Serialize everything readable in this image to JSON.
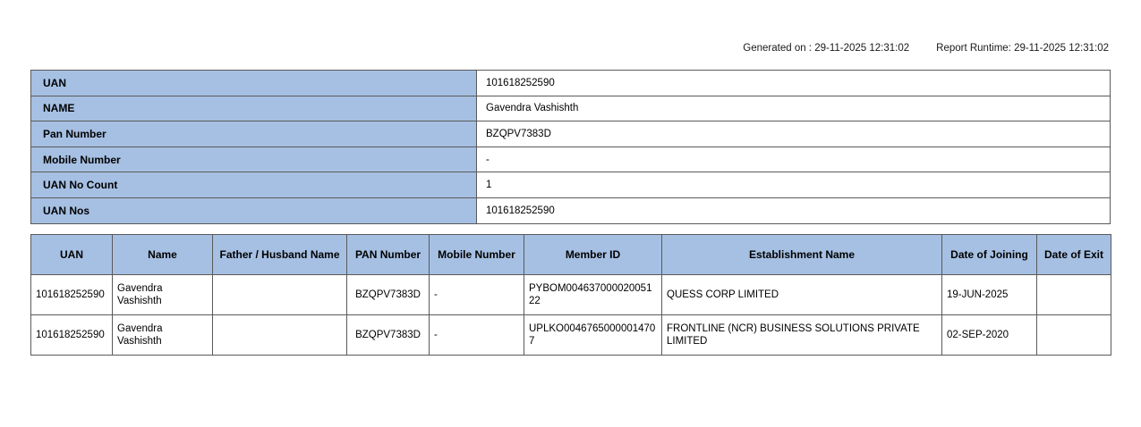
{
  "report": {
    "generated_on": "Generated on : 29-11-2025 12:31:02",
    "report_runtime": "Report Runtime: 29-11-2025 12:31:02"
  },
  "colors": {
    "header_fill": "#a6c0e3",
    "border": "#5a5a5a",
    "page_background": "#ffffff",
    "text": "#000000"
  },
  "info_table": {
    "rows": [
      {
        "key": "UAN",
        "value": "101618252590"
      },
      {
        "key": "NAME",
        "value": "Gavendra Vashishth"
      },
      {
        "key": "Pan Number",
        "value": "BZQPV7383D"
      },
      {
        "key": "Mobile Number",
        "value": "-"
      },
      {
        "key": "UAN No Count",
        "value": "1"
      },
      {
        "key": "UAN Nos",
        "value": "101618252590"
      }
    ]
  },
  "detail_table": {
    "headers": [
      "UAN",
      "Name",
      "Father / Husband Name",
      "PAN Number",
      "Mobile Number",
      "Member ID",
      "Establishment Name",
      "Date of Joining",
      "Date of Exit"
    ],
    "rows": [
      {
        "uan": "101618252590",
        "name": "Gavendra Vashishth",
        "father_husband_name": "",
        "pan_number": "BZQPV7383D",
        "mobile_number": "-",
        "member_id": "PYBOM00463700002005122",
        "establishment_name": "QUESS CORP LIMITED",
        "date_of_joining": "19-JUN-2025",
        "date_of_exit": ""
      },
      {
        "uan": "101618252590",
        "name": "Gavendra Vashishth",
        "father_husband_name": "",
        "pan_number": "BZQPV7383D",
        "mobile_number": "-",
        "member_id": "UPLKO00467650000014707",
        "establishment_name": "FRONTLINE (NCR) BUSINESS SOLUTIONS PRIVATE LIMITED",
        "date_of_joining": "02-SEP-2020",
        "date_of_exit": ""
      }
    ]
  }
}
